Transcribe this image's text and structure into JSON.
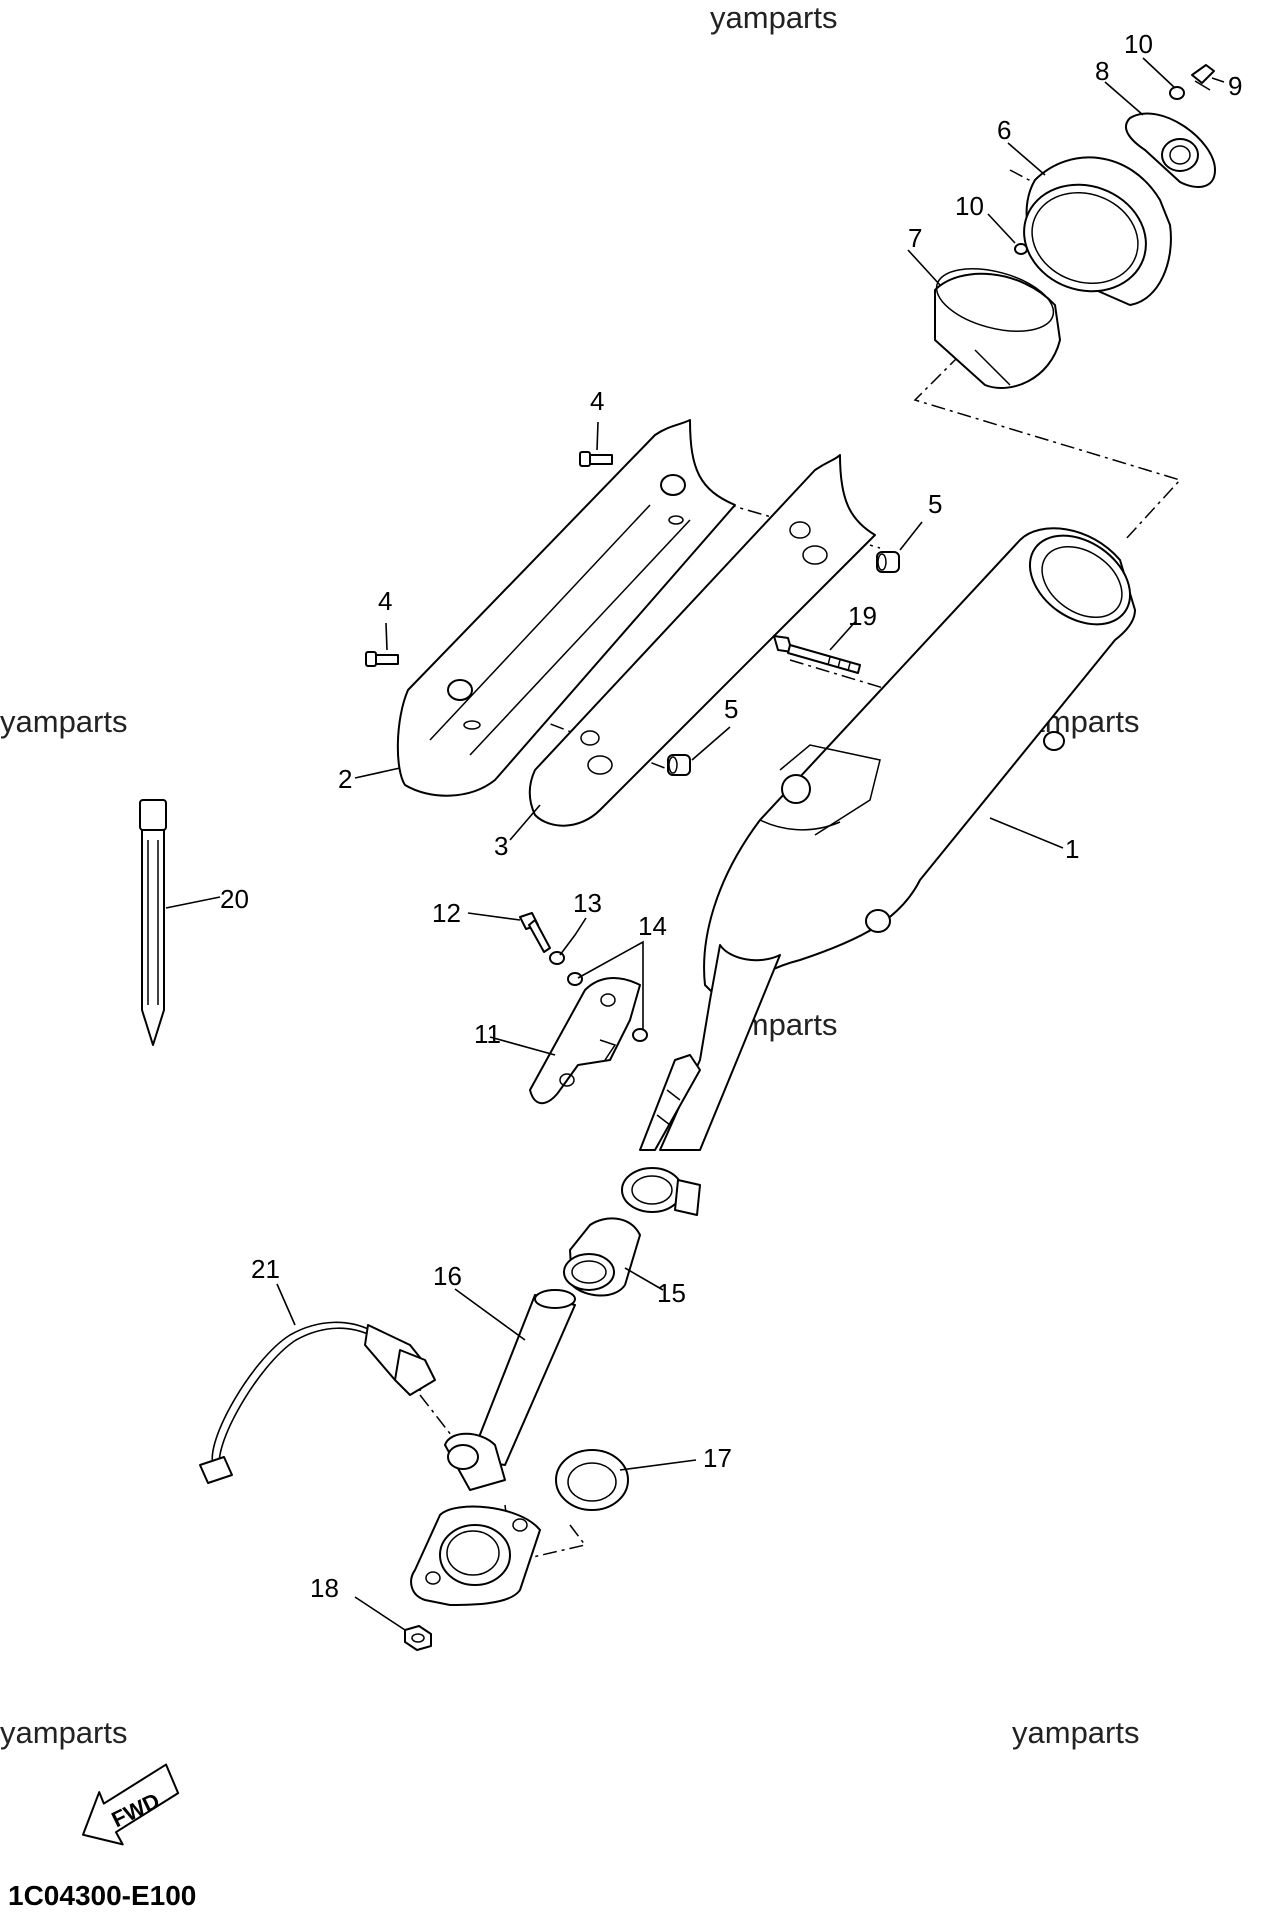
{
  "watermark": "yamparts",
  "diagram_code": "1C04300-E100",
  "fwd_label": "FWD",
  "callouts": {
    "p1": "1",
    "p2": "2",
    "p3": "3",
    "p4a": "4",
    "p4b": "4",
    "p5a": "5",
    "p5b": "5",
    "p6": "6",
    "p7": "7",
    "p8": "8",
    "p9": "9",
    "p10a": "10",
    "p10b": "10",
    "p11": "11",
    "p12": "12",
    "p13": "13",
    "p14": "14",
    "p15": "15",
    "p16": "16",
    "p17": "17",
    "p18": "18",
    "p19": "19",
    "p20": "20",
    "p21": "21"
  }
}
